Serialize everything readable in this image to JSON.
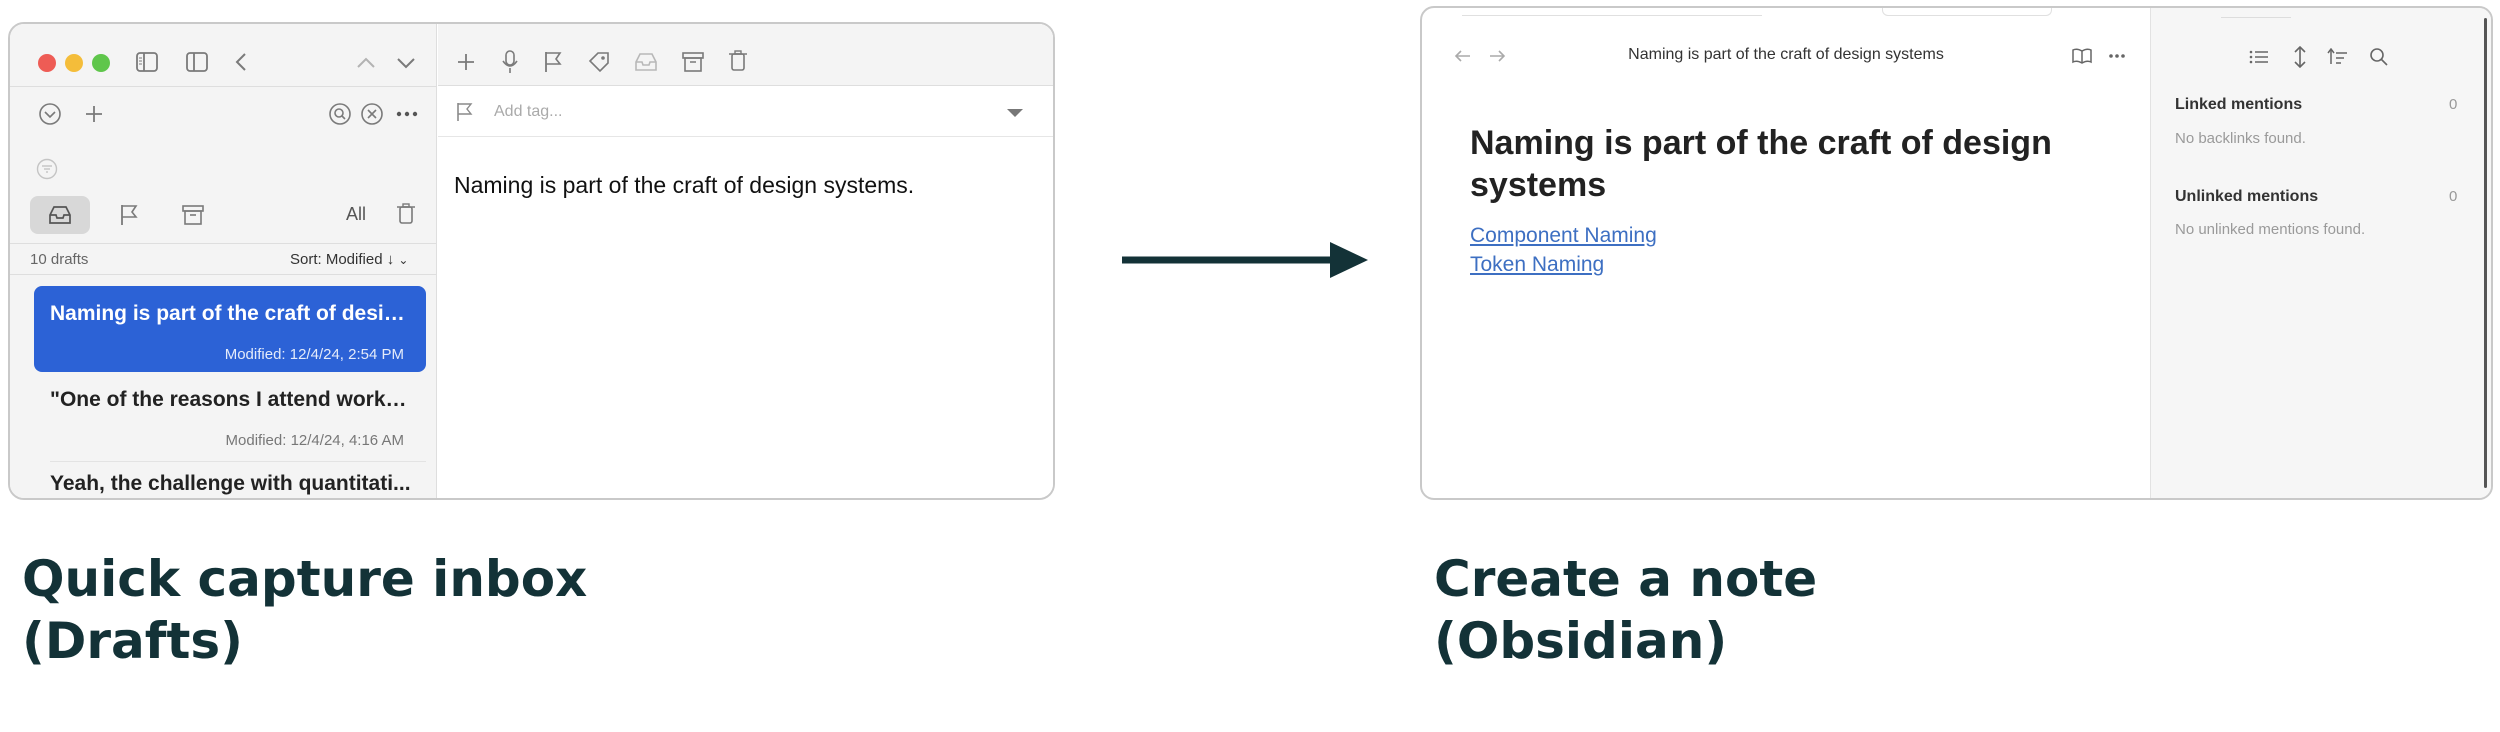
{
  "drafts": {
    "toolbar_icons": [
      "sidebar-icon",
      "panel-icon",
      "back-icon",
      "up-icon",
      "down-icon",
      "plus-icon",
      "mic-icon",
      "flag-icon",
      "tag-icon",
      "inbox-icon",
      "archive-icon",
      "trash-icon"
    ],
    "filter_all_label": "All",
    "draft_count": "10 drafts",
    "sort_label": "Sort: Modified ↓",
    "tag_placeholder": "Add tag...",
    "items": [
      {
        "title": "Naming is part of the craft of desig...",
        "modified": "Modified: 12/4/24, 2:54 PM"
      },
      {
        "title": "\"One of the reasons I attend works...",
        "modified": "Modified: 12/4/24, 4:16 AM"
      },
      {
        "title": "Yeah, the challenge with quantitati...",
        "modified": ""
      }
    ],
    "editor_text": "Naming is part of the craft of design systems.",
    "colors": {
      "selection": "#2c62d6",
      "sidebar_bg": "#f4f4f4"
    }
  },
  "obsidian": {
    "tab_title": "Naming is part of the craft of design systems",
    "note_title": "Naming is part of the craft of design systems",
    "links": [
      "Component Naming",
      "Token Naming"
    ],
    "linked_mentions": {
      "label": "Linked mentions",
      "count": "0",
      "empty": "No backlinks found."
    },
    "unlinked_mentions": {
      "label": "Unlinked mentions",
      "count": "0",
      "empty": "No unlinked mentions found."
    },
    "colors": {
      "link": "#3d6fc2"
    }
  },
  "captions": {
    "left_line1": "Quick capture inbox",
    "left_line2": "(Drafts)",
    "right_line1": "Create a note",
    "right_line2": "(Obsidian)"
  },
  "arrow_color": "#133237"
}
